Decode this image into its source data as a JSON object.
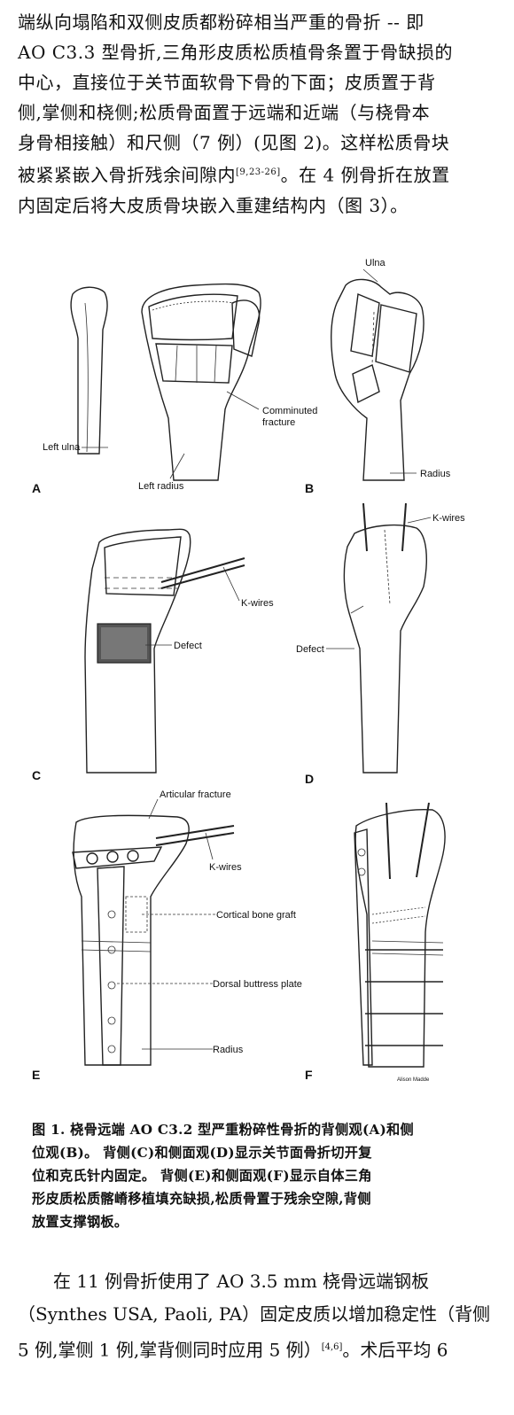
{
  "paragraph1": {
    "lines": [
      "端纵向塌陷和双侧皮质都粉碎相当严重的骨折 -- 即",
      "AO C3.3 型骨折,三角形皮质松质植骨条置于骨缺损的",
      "中心，直接位于关节面软骨下骨的下面；皮质置于背",
      "侧,掌侧和桡侧;松质骨面置于远端和近端（与桡骨本",
      "身骨相接触）和尺侧（7 例）(见图 2)。这样松质骨块",
      "被紧紧嵌入骨折残余间隙内",
      "内固定后将大皮质骨块嵌入重建结构内（图 3）。"
    ],
    "line6_ref": "[9,23-26]",
    "line6_tail": "。在 4 例骨折在放置"
  },
  "figure": {
    "panels": {
      "A": "A",
      "B": "B",
      "C": "C",
      "D": "D",
      "E": "E",
      "F": "F"
    },
    "labels": {
      "ulna": "Ulna",
      "left_ulna": "Left ulna",
      "left_radius": "Left radius",
      "comminuted_1": "Comminuted",
      "comminuted_2": "fracture",
      "radius_b": "Radius",
      "kwires_c": "K-wires",
      "defect_c": "Defect",
      "kwires_d": "K-wires",
      "defect_d": "Defect",
      "articular_fracture": "Articular fracture",
      "kwires_e": "K-wires",
      "cortical_bone_graft": "Cortical bone graft",
      "dorsal_buttress_plate": "Dorsal buttress plate",
      "radius_e": "Radius",
      "signature": "Alison Madde"
    }
  },
  "caption": {
    "lines": [
      "图 1. 桡骨远端 AO C3.2 型严重粉碎性骨折的背侧观(A)和侧",
      "位观(B)。 背侧(C)和侧面观(D)显示关节面骨折切开复",
      "位和克氏针内固定。 背侧(E)和侧面观(F)显示自体三角",
      "形皮质松质髂嵴移植填充缺损,松质骨置于残余空隙,背侧",
      "放置支撑钢板。"
    ]
  },
  "paragraph2": {
    "lines": [
      "　　在 11 例骨折使用了 AO 3.5 mm 桡骨远端钢板",
      "（Synthes USA, Paoli, PA）固定皮质以增加稳定性（背侧",
      "5 例,掌侧 1 例,掌背侧同时应用 5 例）"
    ],
    "line3_ref": "[4,6]",
    "line3_tail": "。术后平均 6"
  }
}
